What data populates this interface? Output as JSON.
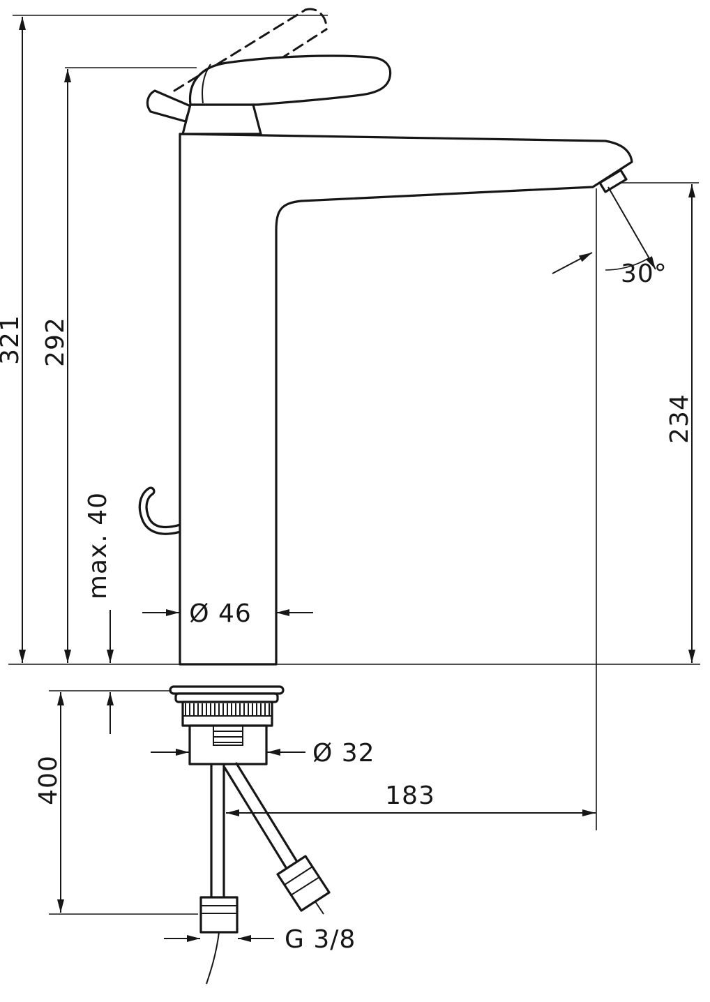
{
  "diagram": {
    "title": "single-lever-basin-mixer-dimension-drawing",
    "labels": {
      "overall_height": "321",
      "body_height": "292",
      "spout_outlet_height": "234",
      "max_mounting_thickness": "max. 40",
      "body_diameter": "Ø 46",
      "shank_diameter": "Ø 32",
      "hose_length": "400",
      "spout_reach": "183",
      "hose_thread": "G 3/8",
      "outlet_angle": "30°"
    },
    "colors": {
      "line": "#161616",
      "background": "#ffffff"
    }
  }
}
